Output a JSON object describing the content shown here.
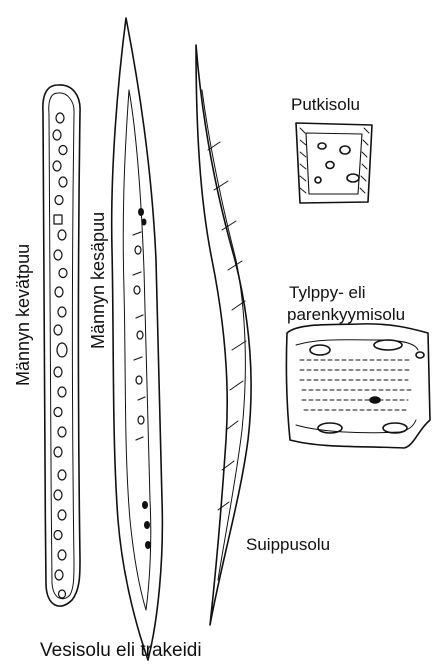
{
  "labels": {
    "kevatpuu": "Männyn kevätpuu",
    "kesapuu": "Männyn kesäpuu",
    "putkisolu": "Putkisolu",
    "tylppy_1": "Tylppy- eli",
    "tylppy_2": "parenkyymisolu",
    "suippusolu": "Suippusolu",
    "vesisolu": "Vesisolu eli trakeidi"
  },
  "colors": {
    "ink": "#111111",
    "background": "#ffffff"
  }
}
